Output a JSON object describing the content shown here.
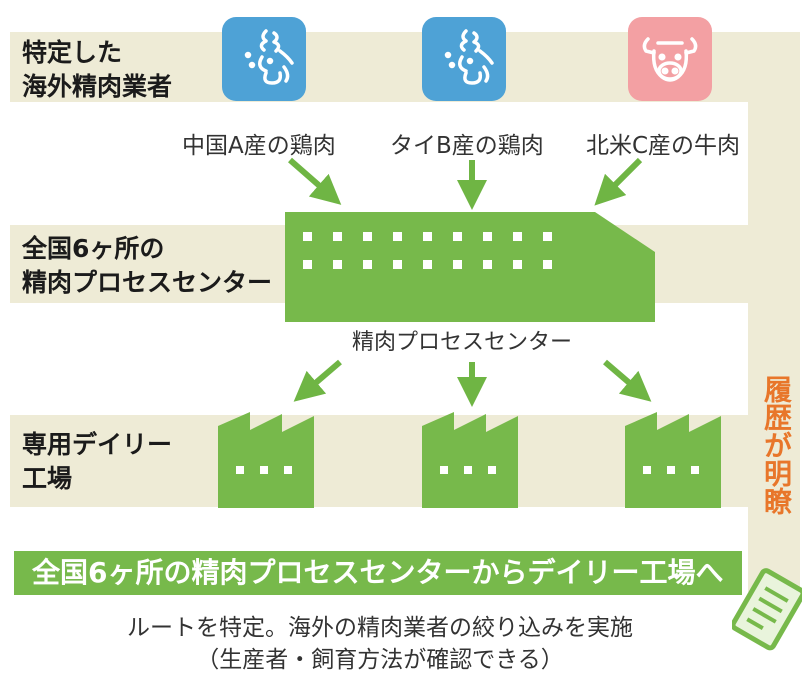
{
  "rows": {
    "suppliers": [
      "特定した",
      "海外精肉業者"
    ],
    "centers": [
      "全国6ヶ所の",
      "精肉プロセスセンター"
    ],
    "factories": [
      "専用デイリー",
      "工場"
    ]
  },
  "sources": [
    {
      "label": "中国A産の鶏肉",
      "icon": "chicken-icon",
      "color": "#4ea2d6"
    },
    {
      "label": "タイB産の鶏肉",
      "icon": "chicken-icon",
      "color": "#4ea2d6"
    },
    {
      "label": "北米C産の牛肉",
      "icon": "cow-icon",
      "color": "#f3a0a3"
    }
  ],
  "center_label": "精肉プロセスセンター",
  "history_label": "履歴が明瞭",
  "banner": "全国6ヶ所の精肉プロセスセンターからデイリー工場へ",
  "note_lines": [
    "ルートを特定。海外の精肉業者の絞り込みを実施",
    "（生産者・飼育方法が確認できる）"
  ],
  "colors": {
    "green": "#77b94b",
    "arrow": "#6fb544",
    "band": "#eeebd6",
    "history": "#e8762a"
  }
}
